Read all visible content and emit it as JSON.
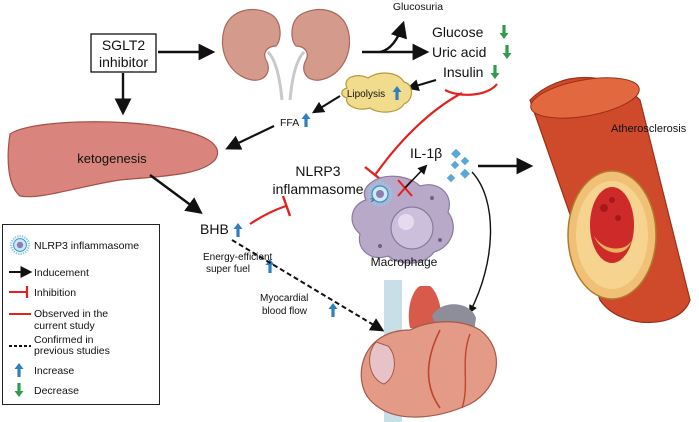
{
  "drug_box": {
    "line1": "SGLT2",
    "line2": "inhibitor"
  },
  "effects": {
    "glucosuria": "Glucosuria",
    "glucose": "Glucose",
    "uric_acid": "Uric acid",
    "insulin": "Insulin"
  },
  "lipolysis": "Lipolysis",
  "ffa": "FFA",
  "liver_label": "ketogenesis",
  "bhb": "BHB",
  "energy_line1": "Energy-efficient",
  "energy_line2": "super fuel",
  "blood_flow_line1": "Myocardial",
  "blood_flow_line2": "blood flow",
  "nlrp3_line1": "NLRP3",
  "nlrp3_line2": "inflammasome",
  "il1b": "IL-1β",
  "macrophage": "Macrophage",
  "atherosclerosis": "Atherosclerosis",
  "legend": {
    "items": [
      {
        "label": "NLRP3 inflammasome",
        "symbol": "inflammasome-icon"
      },
      {
        "label": "Inducement",
        "symbol": "black-arrow"
      },
      {
        "label": "Inhibition",
        "symbol": "red-inhibit"
      },
      {
        "label": "Observed in the",
        "label2": "current study",
        "symbol": "red-line"
      },
      {
        "label": "Confirmed in",
        "label2": "previous studies",
        "symbol": "dashed-line"
      },
      {
        "label": "Increase",
        "symbol": "blue-up-arrow"
      },
      {
        "label": "Decrease",
        "symbol": "green-down-arrow"
      }
    ]
  },
  "colors": {
    "increase": "#2f7fc1",
    "decrease": "#2e9e4a",
    "inhibit": "#e0231f",
    "kidney": "#d49a8c",
    "liver": "#d9847c",
    "fat": "#f0dc8c",
    "macrophage": "#b8a9c9",
    "vessel": "#d24a2a",
    "heart": "#e39a86"
  }
}
